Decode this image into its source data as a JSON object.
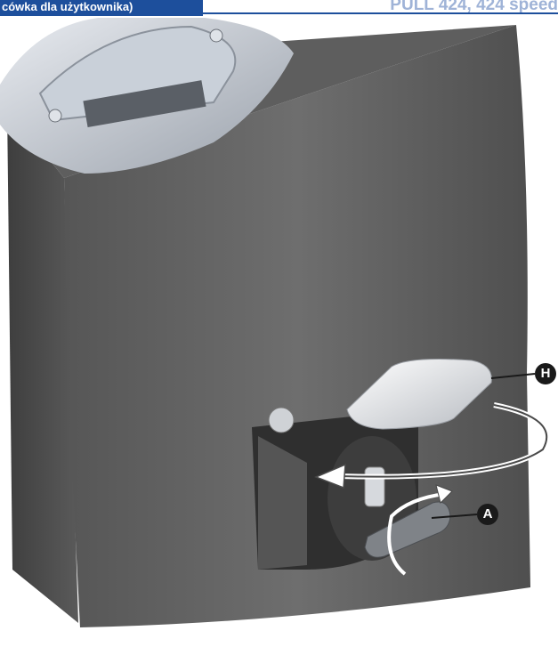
{
  "header": {
    "left_text": "cówka dla użytkownika)",
    "right_text": "PULL 424, 424 speed",
    "accent_color": "#1d4f9c",
    "right_text_color": "#9fb3d7"
  },
  "illustration": {
    "subject": "gate-motor-release-handle",
    "callouts": {
      "h": "H",
      "a": "A"
    }
  }
}
